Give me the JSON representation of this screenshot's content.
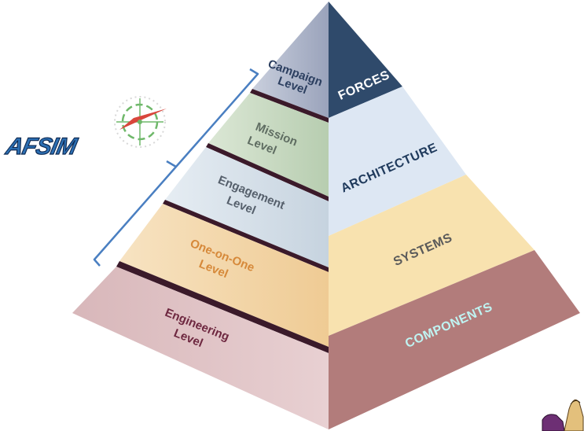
{
  "left_levels": [
    {
      "lines": [
        "Campaign",
        "Level"
      ],
      "color": "#2c3f60"
    },
    {
      "lines": [
        "Mission",
        "Level"
      ],
      "color": "#5f6d62"
    },
    {
      "lines": [
        "Engagement",
        "Level"
      ],
      "color": "#56606c"
    },
    {
      "lines": [
        "One-on-One",
        "Level"
      ],
      "color": "#d6893a"
    },
    {
      "lines": [
        "Engineering",
        "Level"
      ],
      "color": "#6e2840"
    }
  ],
  "right_levels": [
    {
      "label": "FORCES",
      "color": "#ffffff"
    },
    {
      "label": "ARCHITECTURE",
      "color": "#1f3a5c"
    },
    {
      "label": "SYSTEMS",
      "color": "#5a5a5a"
    },
    {
      "label": "COMPONENTS",
      "color": "#bff4f2"
    }
  ],
  "logo": {
    "text": "AFSIM"
  },
  "colors": {
    "campaign": "#a9b1c6",
    "mission": "#c7d9c0",
    "engagement": "#d3dee7",
    "one_on_one": "#f3d6a6",
    "engineering": "#c79fa3",
    "forces": "#2f4a6b",
    "architecture": "#dde7f3",
    "systems": "#f9e3b0",
    "components": "#b27c7b",
    "separator": "#3b1a2a",
    "bracket": "#4a7fc1"
  }
}
